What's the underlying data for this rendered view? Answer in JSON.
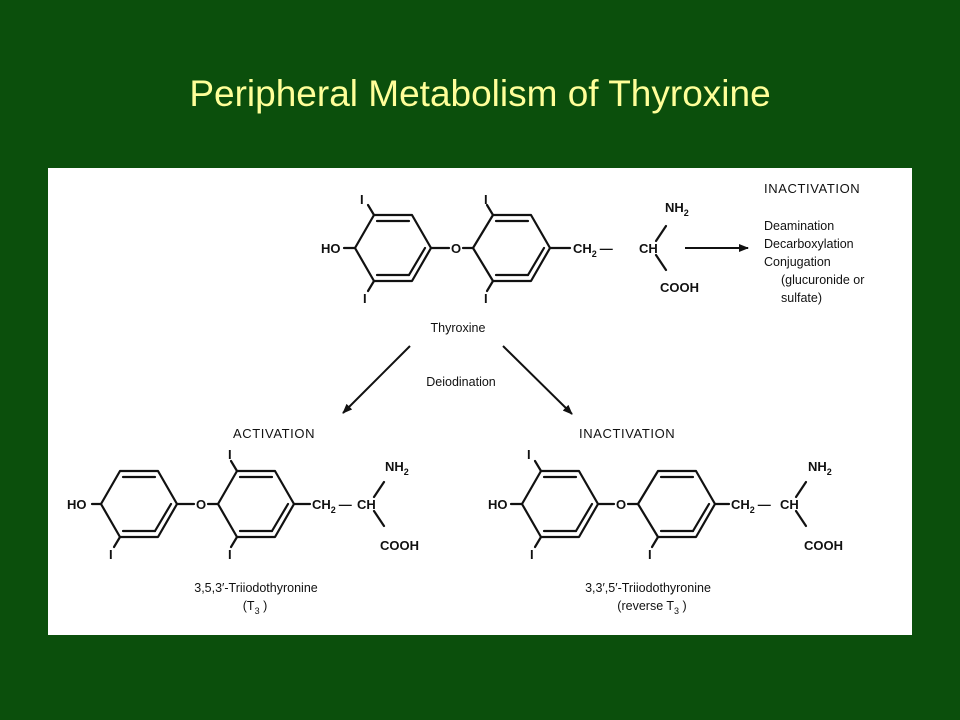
{
  "title": "Peripheral Metabolism of Thyroxine",
  "colors": {
    "background": "#0b4f0c",
    "title": "#ffff99",
    "panel": "#ffffff",
    "ink": "#111111"
  },
  "atoms": {
    "iodine": "I",
    "hydroxyl": "HO",
    "oxygen": "O",
    "methylene": "CH",
    "two": "2",
    "methine": "CH",
    "dash": "—",
    "amine": "NH",
    "carboxyl": "COOH"
  },
  "thyroxine": {
    "name": "Thyroxine"
  },
  "inactivation_top": {
    "heading": "INACTIVATION",
    "items": [
      "Deamination",
      "Decarboxylation",
      "Conjugation",
      "(glucuronide or",
      "sulfate)"
    ]
  },
  "deiodination_label": "Deiodination",
  "t3": {
    "heading": "ACTIVATION",
    "name": "3,5,3′-Triiodothyronine",
    "abbrev_open": "(T",
    "abbrev_sub": "3",
    "abbrev_close": " )"
  },
  "rt3": {
    "heading": "INACTIVATION",
    "name": "3,3′,5′-Triiodothyronine",
    "abbrev_open": "(reverse T",
    "abbrev_sub": "3",
    "abbrev_close": " )"
  }
}
